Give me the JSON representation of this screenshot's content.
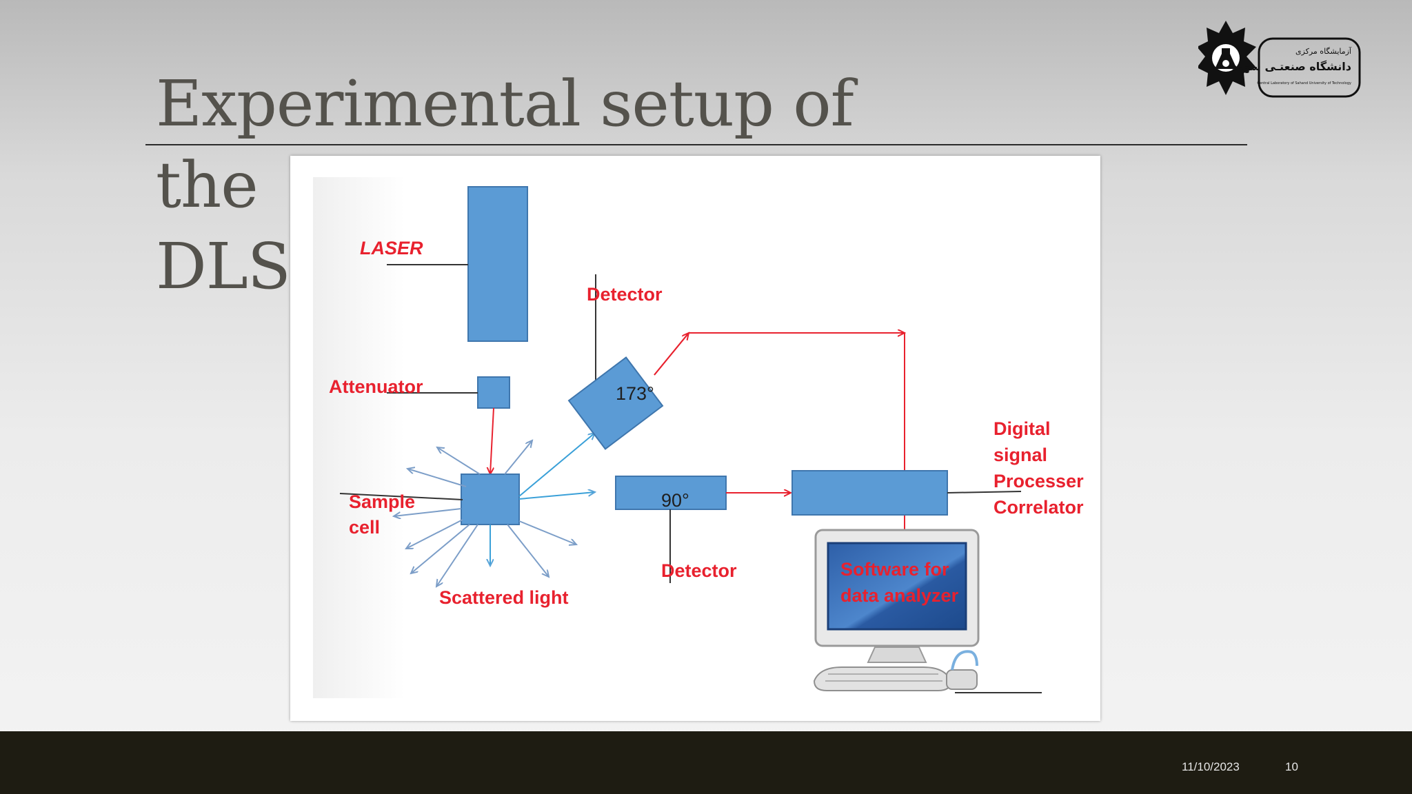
{
  "slide": {
    "title_line1": "Experimental setup of the",
    "title_line2": "DLS",
    "footer_date": "11/10/2023",
    "page_number": "10"
  },
  "logo": {
    "text_line1": "آزمایشگاه مرکزی",
    "text_line2": "دانشگاه صنعتـی سهند",
    "text_line3": "Central Laboratory of Sahand University of Technology"
  },
  "diagram": {
    "laser": "LASER",
    "attenuator": "Attenuator",
    "detector_top": "Detector",
    "angle_173": "173°",
    "sample_line1": "Sample",
    "sample_line2": "cell",
    "angle_90": "90°",
    "detector_bottom": "Detector",
    "scattered_light": "Scattered light",
    "dsp_line1": "Digital",
    "dsp_line2": "signal",
    "dsp_line3": "Processer",
    "dsp_line4": "Correlator",
    "software_line1": "Software for",
    "software_line2": "data analyzer"
  },
  "colors": {
    "box_fill": "#5b9bd5",
    "label_red": "#e8212e",
    "footer_bg": "#1e1c12",
    "title_text": "#54524c"
  }
}
